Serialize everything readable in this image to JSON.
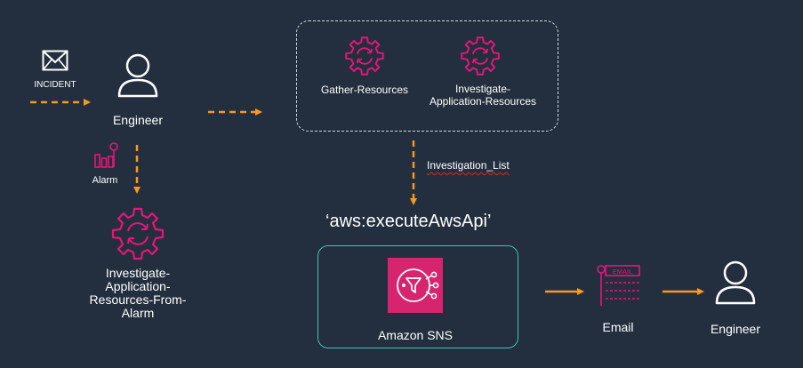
{
  "colors": {
    "background": "#232f3e",
    "arrow": "#f7981f",
    "icon_pink": "#e7157b",
    "sns_teal": "#3fc4b5",
    "sns_tile": "#d6246e"
  },
  "incident": {
    "label": "INCIDENT",
    "icon": "envelope-icon"
  },
  "engineer_left": {
    "label": "Engineer",
    "icon": "user-icon"
  },
  "alarm": {
    "label": "Alarm",
    "icon": "alarm-icon"
  },
  "alarm_runbook": {
    "line1": "Investigate-",
    "line2": "Application-",
    "line3": "Resources-From-",
    "line4": "Alarm",
    "icon": "automation-gear-icon"
  },
  "automation_group": {
    "steps": [
      {
        "label": "Gather-Resources",
        "icon": "automation-gear-icon"
      },
      {
        "line1": "Investigate-",
        "line2": "Application-Resources",
        "icon": "automation-gear-icon"
      }
    ]
  },
  "investigation_list": {
    "label": "Investigation_List"
  },
  "api_call": {
    "label": "‘aws:executeAwsApi’"
  },
  "sns": {
    "label": "Amazon SNS",
    "icon": "sns-icon"
  },
  "email": {
    "label": "Email",
    "badge": "EMAIL",
    "icon": "email-icon"
  },
  "engineer_right": {
    "label": "Engineer",
    "icon": "user-icon"
  }
}
